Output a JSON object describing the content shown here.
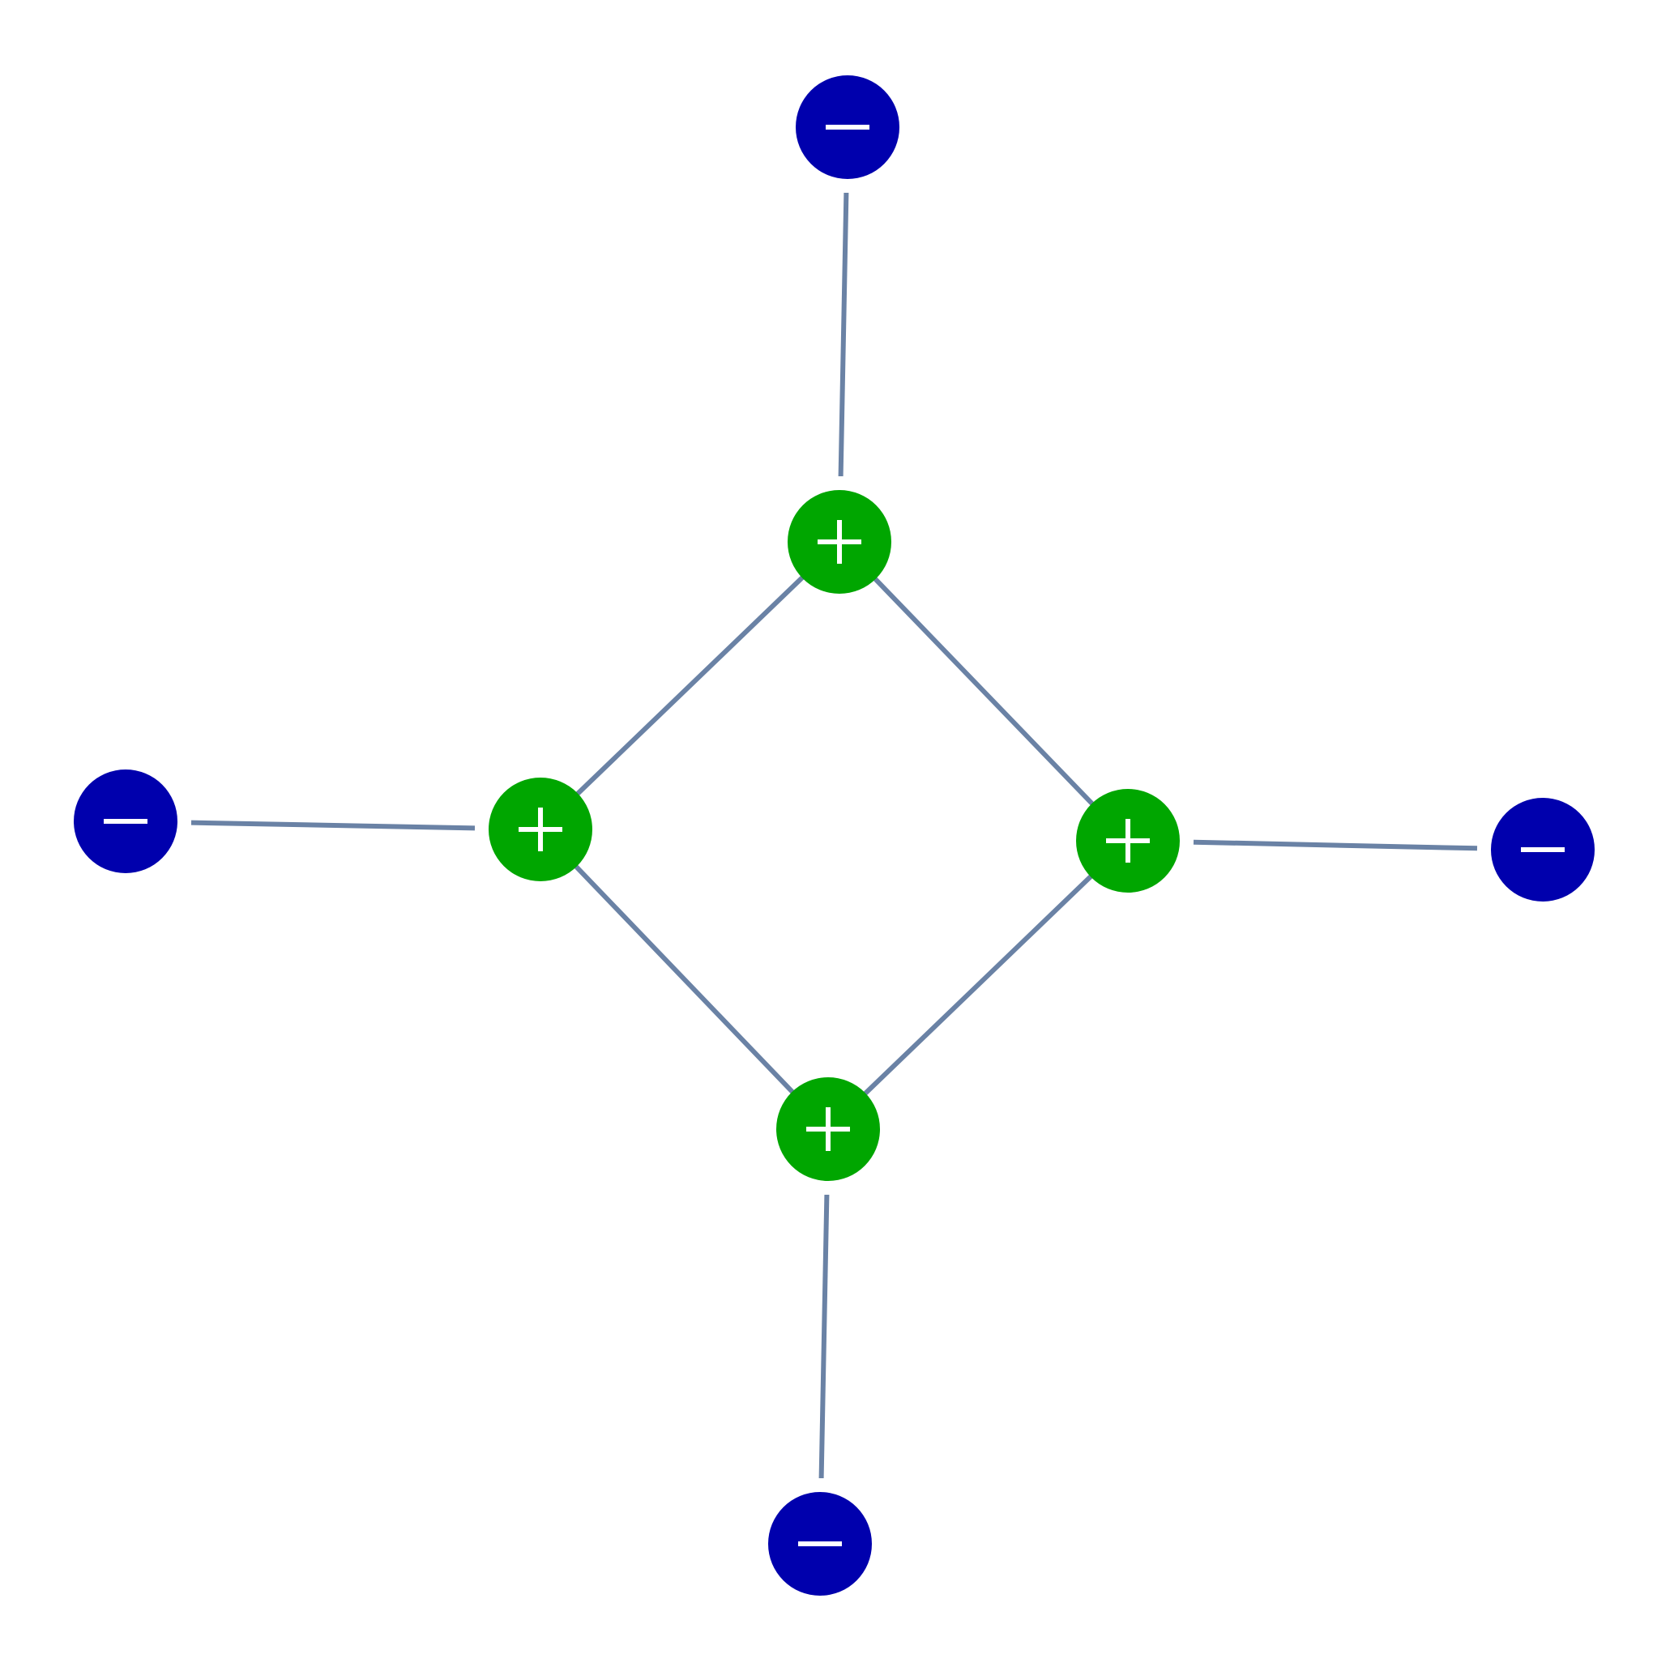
{
  "colors": {
    "background": "#ffffff",
    "edge": "#6a82a5",
    "positive_node": "#00a600",
    "negative_node": "#0000ad",
    "sign": "#ffffff"
  },
  "nodes": [
    {
      "id": "top-negative",
      "charge": "negative"
    },
    {
      "id": "top-positive",
      "charge": "positive"
    },
    {
      "id": "left-negative",
      "charge": "negative"
    },
    {
      "id": "left-positive",
      "charge": "positive"
    },
    {
      "id": "right-positive",
      "charge": "positive"
    },
    {
      "id": "right-negative",
      "charge": "negative"
    },
    {
      "id": "bottom-positive",
      "charge": "positive"
    },
    {
      "id": "bottom-negative",
      "charge": "negative"
    }
  ],
  "edges": [
    {
      "from": "top-negative",
      "to": "top-positive"
    },
    {
      "from": "top-positive",
      "to": "left-positive"
    },
    {
      "from": "top-positive",
      "to": "right-positive"
    },
    {
      "from": "left-negative",
      "to": "left-positive"
    },
    {
      "from": "left-positive",
      "to": "bottom-positive"
    },
    {
      "from": "right-positive",
      "to": "bottom-positive"
    },
    {
      "from": "right-positive",
      "to": "right-negative"
    },
    {
      "from": "bottom-positive",
      "to": "bottom-negative"
    }
  ]
}
